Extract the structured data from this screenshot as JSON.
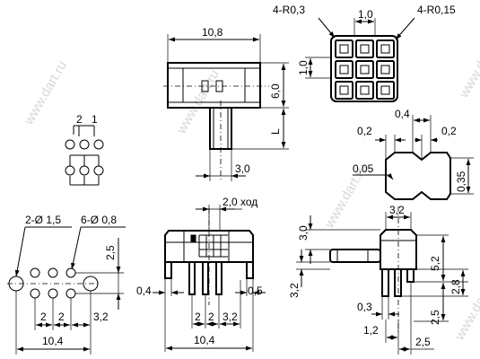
{
  "watermark": "www.dart.ru",
  "top_view": {
    "width_label": "10,8",
    "height_label": "6,0",
    "shaft_label": "L",
    "shaft_width_label": "3,0"
  },
  "contact_window": {
    "corner_left_label": "4-R0,3",
    "corner_right_label": "4-R0,15",
    "pitch_h_label": "1,0",
    "pitch_v_label": "1,0"
  },
  "pin_scheme": {
    "pin2_label": "2",
    "pin1_label": "1"
  },
  "contact_section": {
    "top_label": "0,4",
    "left_label": "0,2",
    "right_label": "0,2",
    "thickness_label": "0,05",
    "height_label": "0,35"
  },
  "footprint": {
    "big_hole_label": "2-Ø 1,5",
    "small_hole_label": "6-Ø 0,8",
    "row_pitch_label": "2,5",
    "pitch1_label": "2",
    "pitch2_label": "2",
    "offset_label": "3,2",
    "overall_label": "10,4"
  },
  "front_view": {
    "travel_label": "2,0 ход",
    "left_gap_label": "0,4",
    "right_gap_label": "0,5",
    "pitch1_label": "2",
    "pitch2_label": "2",
    "offset_label": "3,2",
    "overall_label": "10,4"
  },
  "side_view": {
    "top_width_label": "3,2",
    "left_height_label": "3,0",
    "shaft_label": "3,2",
    "body_height_label": "5,2",
    "pin_height_label": "2,8",
    "pin_pitch_label": "2,5",
    "pin_thickness_label": "0,3",
    "pin_length_label": "1,2",
    "pin_offset_label": "2,5"
  }
}
